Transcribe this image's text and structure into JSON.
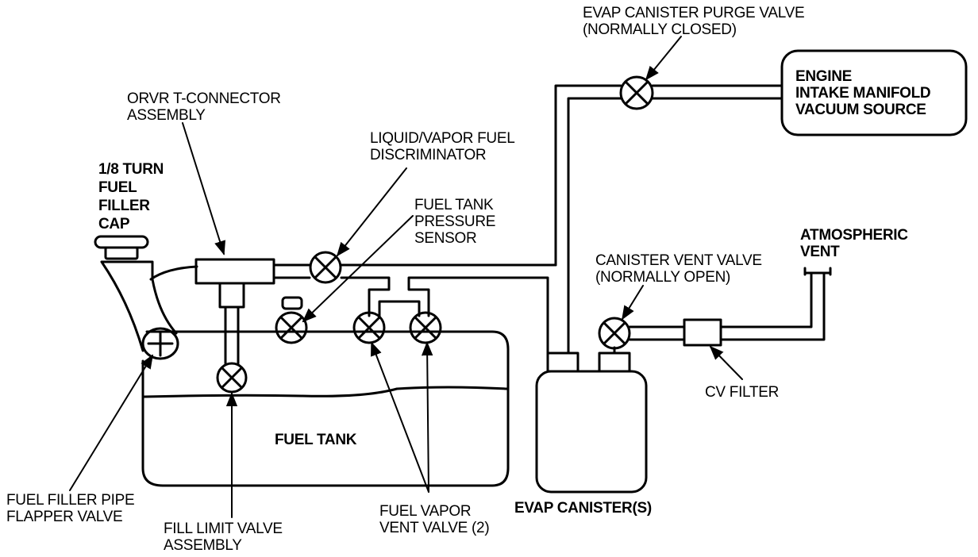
{
  "colors": {
    "line": "#000000",
    "background": "#ffffff"
  },
  "labels": {
    "purge_valve": [
      "EVAP CANISTER PURGE VALVE",
      "(NORMALLY CLOSED)"
    ],
    "engine": [
      "ENGINE",
      "INTAKE MANIFOLD",
      "VACUUM SOURCE"
    ],
    "orvr": [
      "ORVR T-CONNECTOR",
      "ASSEMBLY"
    ],
    "discriminator": [
      "LIQUID/VAPOR FUEL",
      "DISCRIMINATOR"
    ],
    "filler_cap": [
      "1/8 TURN",
      "FUEL",
      "FILLER",
      "CAP"
    ],
    "pressure_sensor": [
      "FUEL TANK",
      "PRESSURE",
      "SENSOR"
    ],
    "atmospheric_vent": [
      "ATMOSPHERIC",
      "VENT"
    ],
    "canister_vent_valve": [
      "CANISTER VENT VALVE",
      "(NORMALLY OPEN)"
    ],
    "cv_filter": "CV FILTER",
    "fuel_tank": "FUEL TANK",
    "flapper_valve": [
      "FUEL FILLER PIPE",
      "FLAPPER VALVE"
    ],
    "fill_limit": [
      "FILL LIMIT VALVE",
      "ASSEMBLY"
    ],
    "vent_valve": [
      "FUEL VAPOR",
      "VENT VALVE (2)"
    ],
    "canister": "EVAP CANISTER(S)"
  }
}
